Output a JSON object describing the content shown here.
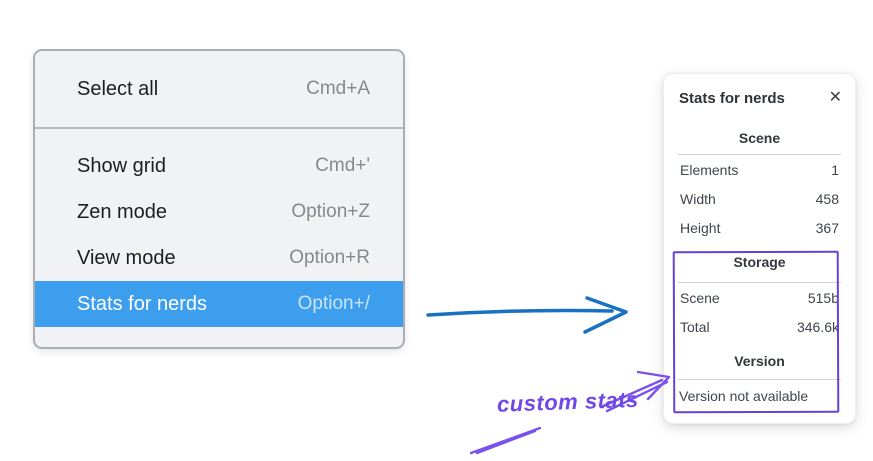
{
  "menu": {
    "groups": [
      {
        "items": [
          {
            "label": "Select all",
            "shortcut": "Cmd+A",
            "selected": false
          }
        ]
      },
      {
        "items": [
          {
            "label": "Show grid",
            "shortcut": "Cmd+'",
            "selected": false
          },
          {
            "label": "Zen mode",
            "shortcut": "Option+Z",
            "selected": false
          },
          {
            "label": "View mode",
            "shortcut": "Option+R",
            "selected": false
          },
          {
            "label": "Stats for nerds",
            "shortcut": "Option+/",
            "selected": true
          }
        ]
      }
    ]
  },
  "stats_panel": {
    "title": "Stats for nerds",
    "close_icon": "✕",
    "scene_section": {
      "title": "Scene",
      "rows": [
        {
          "label": "Elements",
          "value": "1"
        },
        {
          "label": "Width",
          "value": "458"
        },
        {
          "label": "Height",
          "value": "367"
        }
      ]
    },
    "storage_section": {
      "title": "Storage",
      "rows": [
        {
          "label": "Scene",
          "value": "515b"
        },
        {
          "label": "Total",
          "value": "346.6k"
        }
      ]
    },
    "version_section": {
      "title": "Version",
      "note": "Version not available"
    }
  },
  "annotation": {
    "label": "custom stats"
  },
  "colors": {
    "menu_selection_blue": "#3d9eed",
    "arrow_blue": "#1971c2",
    "annotation_purple": "#7048e8",
    "highlight_box_purple": "#6741d9"
  }
}
